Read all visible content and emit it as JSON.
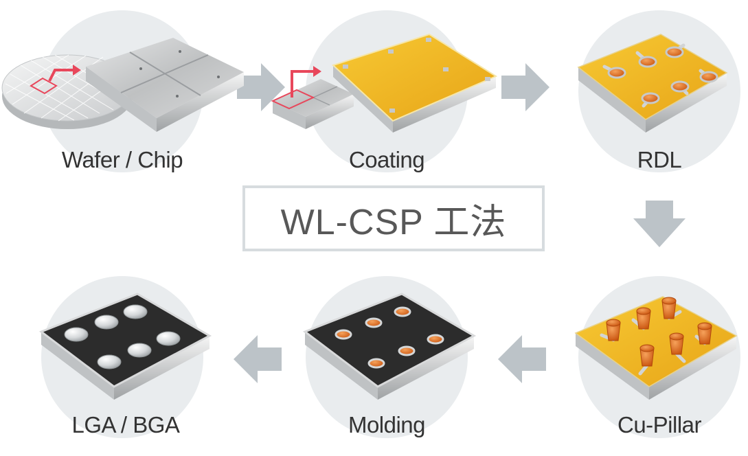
{
  "title": "WL-CSP 工法",
  "steps": {
    "wafer": "Wafer / Chip",
    "coating": "Coating",
    "rdl": "RDL",
    "cupillar": "Cu-Pillar",
    "molding": "Molding",
    "lgabga": "LGA / BGA"
  },
  "colors": {
    "circle": "#e9ecee",
    "arrow": "#bcc3c8",
    "coating_yellow": "#f1b520",
    "copper": "#e0701e",
    "mold_black": "#2c2c2c",
    "silver": "#c9cbcc",
    "accent_red": "#e8475b"
  }
}
